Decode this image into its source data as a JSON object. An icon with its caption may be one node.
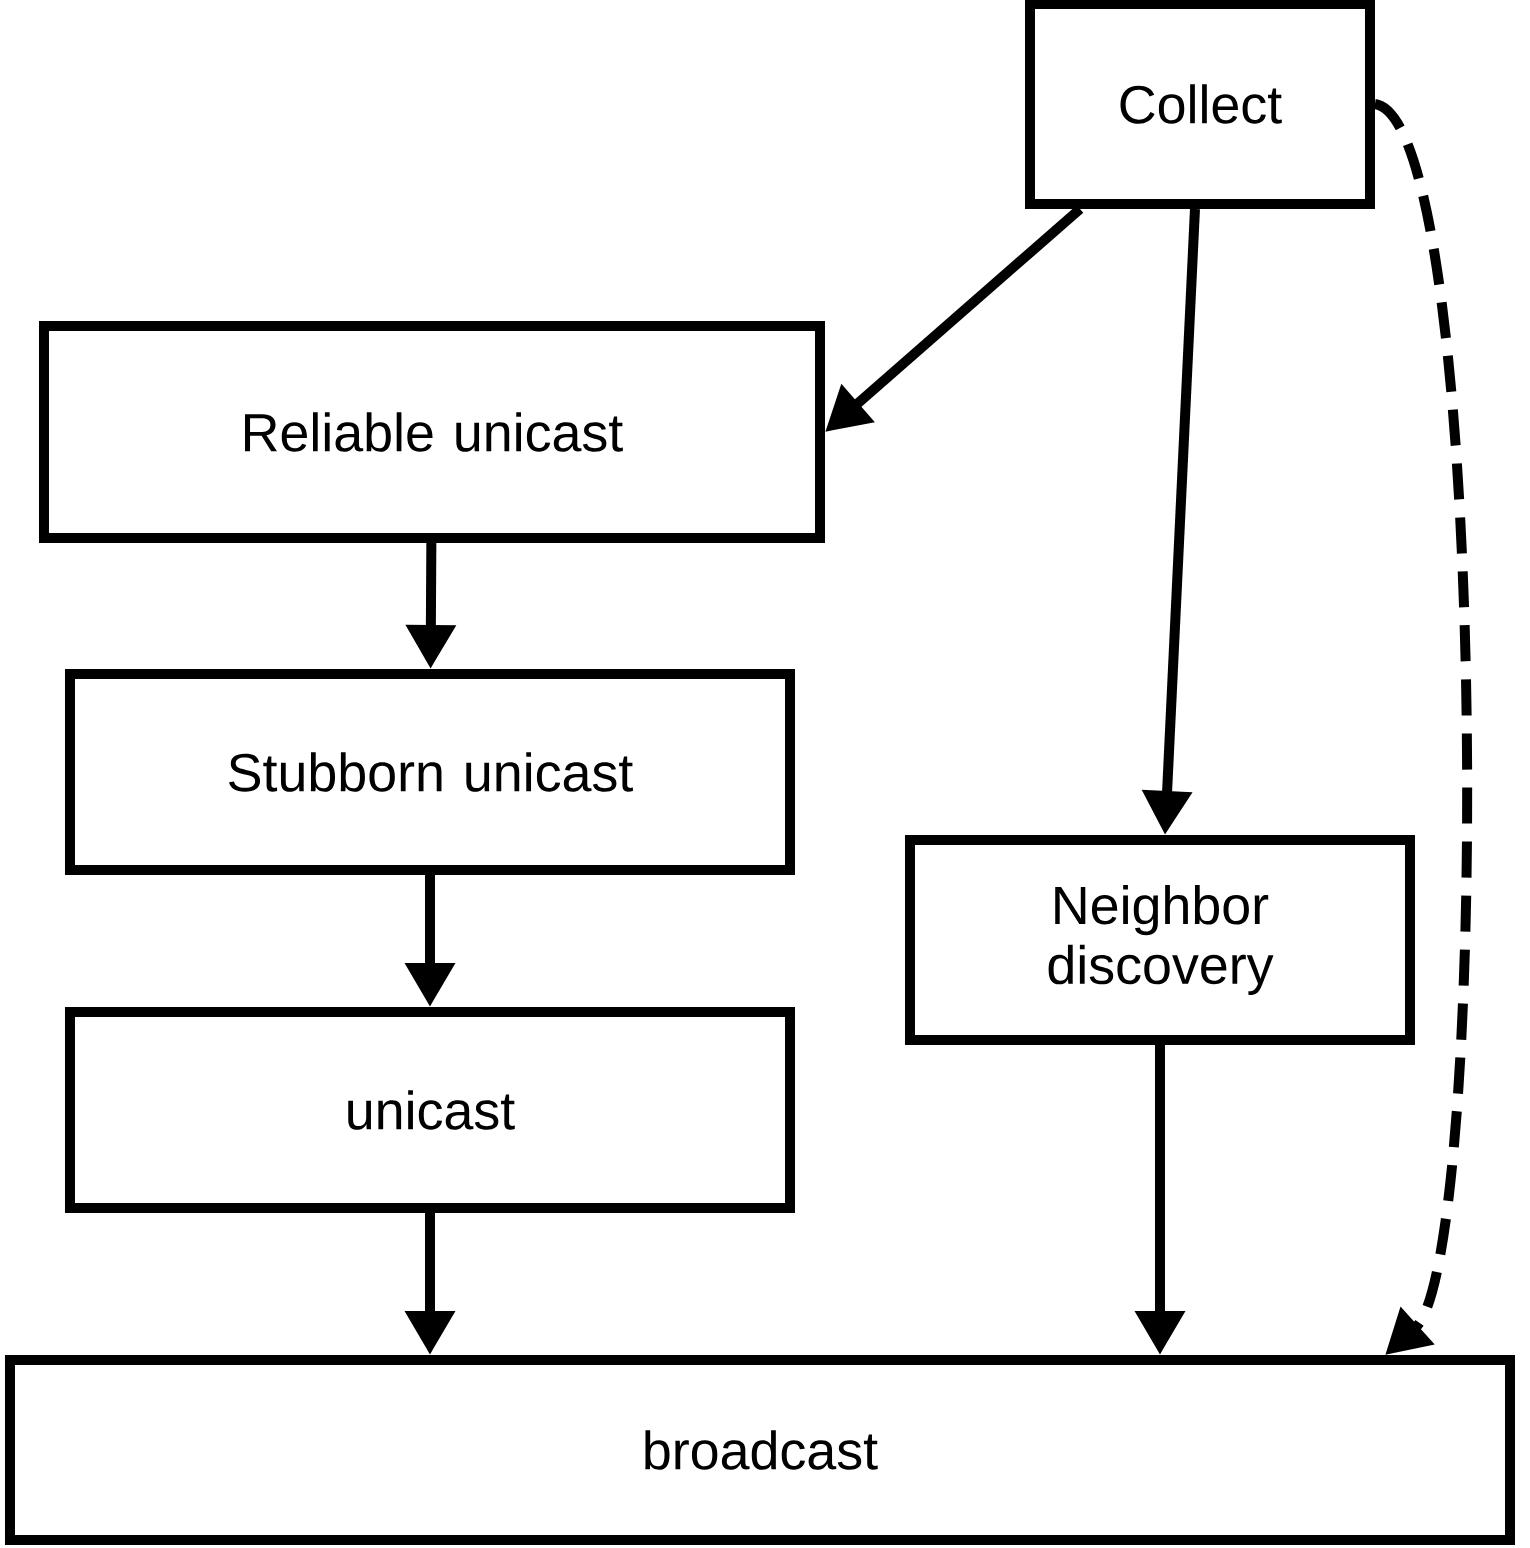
{
  "diagram": {
    "nodes": [
      {
        "text": [
          "Collect"
        ]
      },
      {
        "text": [
          "Reliable unicast"
        ]
      },
      {
        "text": [
          "Stubborn unicast"
        ]
      },
      {
        "text": [
          "unicast"
        ]
      },
      {
        "text": [
          "Neighbor discovery"
        ]
      },
      {
        "text": [
          "broadcast"
        ]
      }
    ],
    "edges": [
      {
        "from": 0,
        "to": 1,
        "arrow": "to"
      },
      {
        "from": 0,
        "to": 4,
        "arrow": "to"
      },
      {
        "from": 0,
        "to": 5,
        "arrow": "to",
        "style": "dashed"
      },
      {
        "from": 1,
        "to": 2,
        "arrow": "to"
      },
      {
        "from": 2,
        "to": 3,
        "arrow": "to"
      },
      {
        "from": 3,
        "to": 5,
        "arrow": "to"
      },
      {
        "from": 4,
        "to": 5,
        "arrow": "to"
      }
    ]
  }
}
